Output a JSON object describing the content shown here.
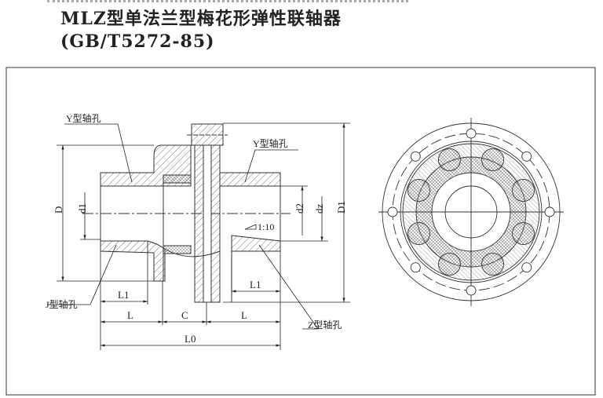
{
  "header": {
    "title": "MLZ型单法兰型梅花形弹性联轴器",
    "standard": "(GB/T5272-85)"
  },
  "drawing": {
    "labels": {
      "y_bore_left": "Y型轴孔",
      "y_bore_right": "Y型轴孔",
      "j_bore": "J型轴孔",
      "z_bore": "Z型轴孔",
      "taper": "1:10"
    },
    "dimensions": {
      "D": "D",
      "d1": "d1",
      "d2": "d2",
      "dz": "dz",
      "D1": "D1",
      "L1_left": "L1",
      "L1_right": "L1",
      "L_left": "L",
      "C": "C",
      "L_right": "L",
      "L0": "L0"
    },
    "bolt_hole_count": 8,
    "line_color": "#333333"
  }
}
